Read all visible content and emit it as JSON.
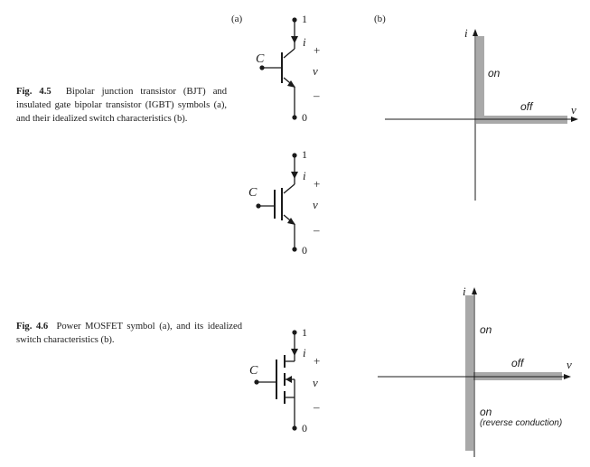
{
  "figures": [
    {
      "number": "Fig. 4.5",
      "caption": "Bipolar junction transistor (BJT) and insulated gate bipolar transistor (IGBT) symbols (a), and their idealized switch characteristics (b)."
    },
    {
      "number": "Fig. 4.6",
      "caption": "Power MOSFET symbol (a), and its idealized switch characteristics (b)."
    }
  ],
  "panel_labels": {
    "a": "(a)",
    "b": "(b)"
  },
  "symbols": {
    "terminal_top": "1",
    "terminal_bottom": "0",
    "current": "i",
    "voltage": "v",
    "plus": "+",
    "minus": "–",
    "gate": "C"
  },
  "characteristics": {
    "i_axis": "i",
    "v_axis": "v",
    "on": "on",
    "off": "off",
    "reverse_on": "on",
    "reverse_note": "(reverse conduction)"
  },
  "colors": {
    "ink": "#1a1a1a",
    "band": "#a9a9a9"
  }
}
